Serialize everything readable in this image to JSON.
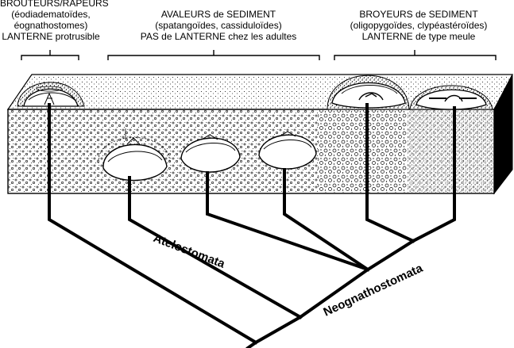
{
  "groups": [
    {
      "lines": [
        "BROUTEURS/RAPEURS",
        "(éodiadematoïdes,",
        "éognathostomes)",
        "LANTERNE protrusible"
      ]
    },
    {
      "lines": [
        "AVALEURS de SEDIMENT",
        "(spatangoïdes, cassiduloïdes)",
        "PAS de LANTERNE chez les adultes"
      ]
    },
    {
      "lines": [
        "BROYEURS de SEDIMENT",
        "(oligopygoïdes, clypéastéroïdes)",
        "LANTERNE de type meule"
      ]
    }
  ],
  "clades": {
    "atelostomata": "Atelostomata",
    "neognathostomata": "Neognathostomata"
  },
  "colors": {
    "ink": "#000000",
    "sediment": "#ffffff"
  }
}
